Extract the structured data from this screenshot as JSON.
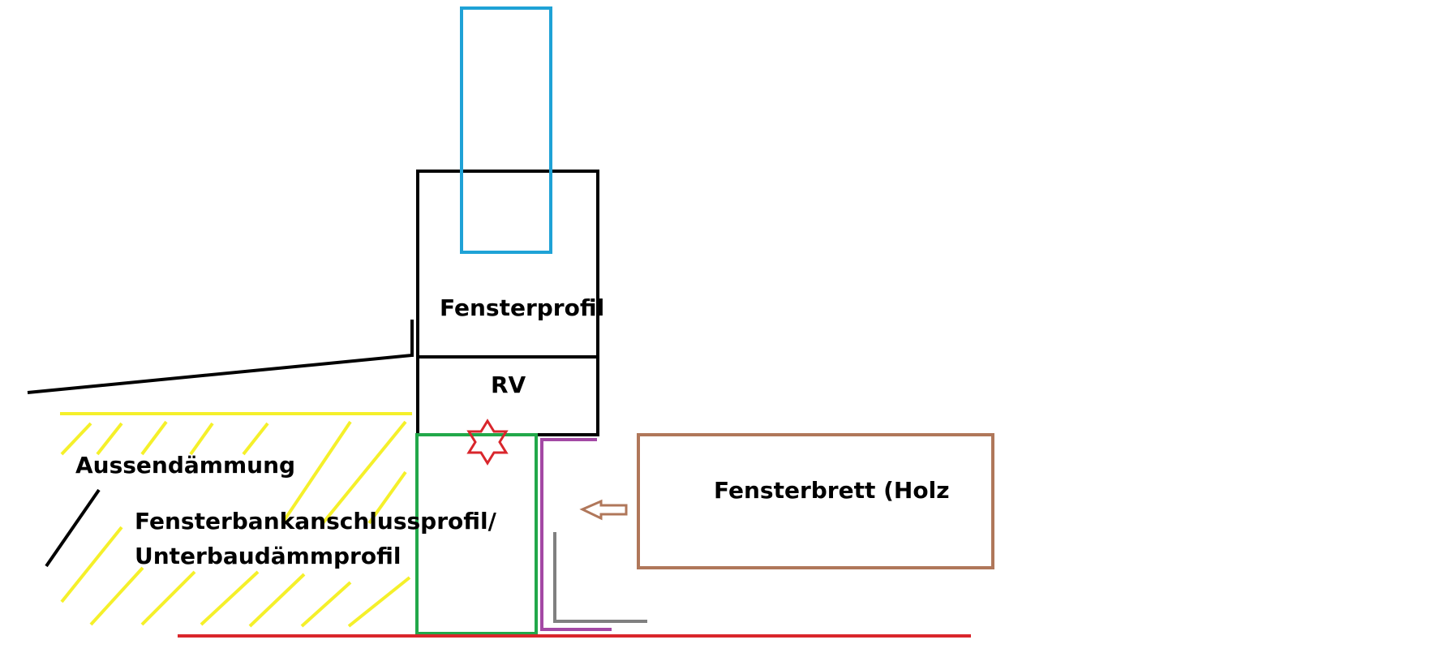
{
  "labels": {
    "fensterprofil": "Fensterprofil",
    "rv": "RV",
    "aussendaemmung": "Aussendämmung",
    "fensterbank_line1": "Fensterbankanschlussprofil/",
    "fensterbank_line2": "Unterbaudämmprofil",
    "fensterbrett": "Fensterbrett (Holz"
  },
  "colors": {
    "blue": "#1fa2d6",
    "black": "#000000",
    "yellow": "#f5f02a",
    "green": "#22a84a",
    "red": "#d9262c",
    "purple": "#a349a4",
    "gray": "#808080",
    "brown": "#b0775a"
  }
}
